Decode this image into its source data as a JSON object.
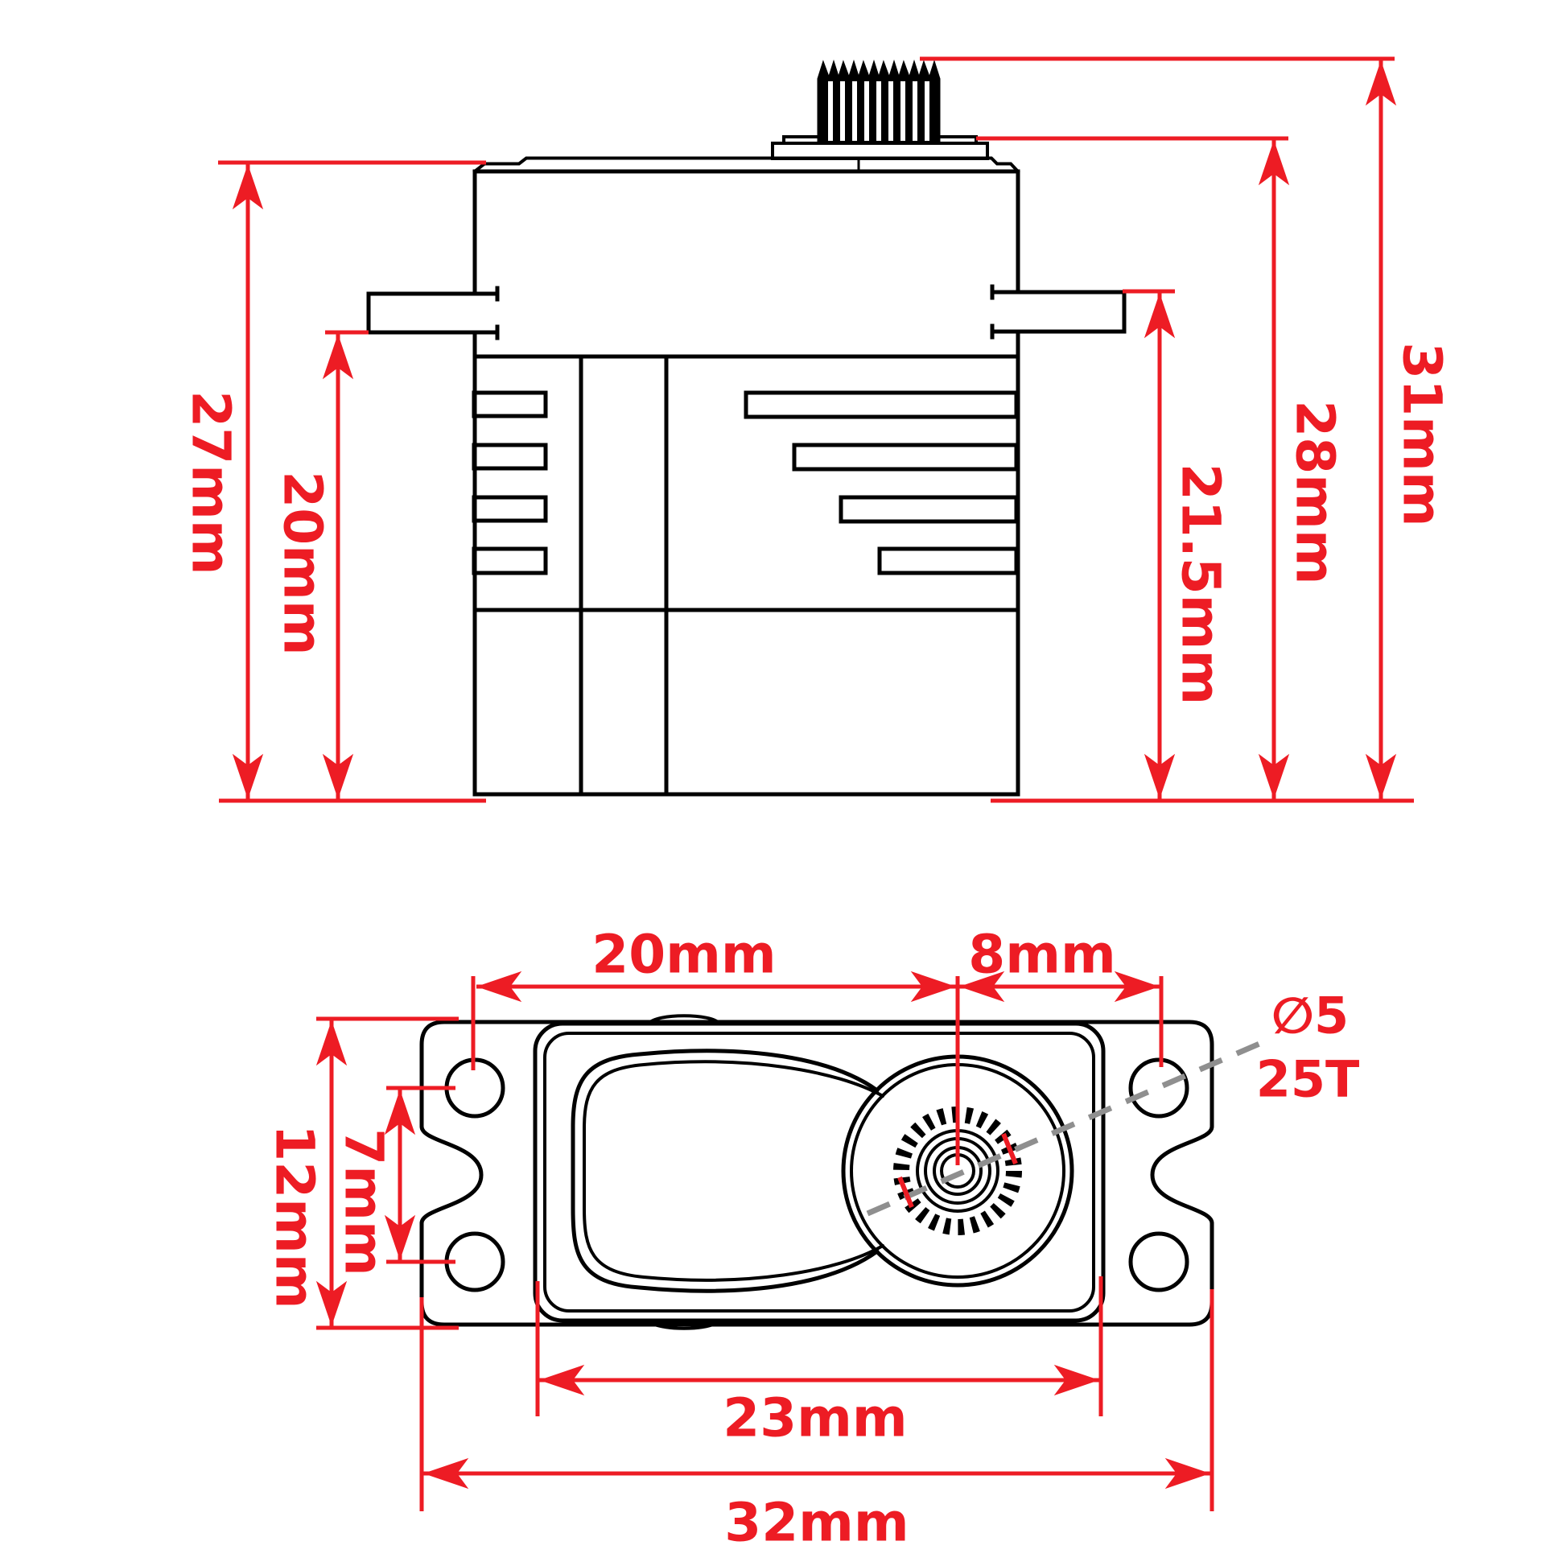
{
  "colors": {
    "dimension_red": "#ed1c24",
    "outline_black": "#000000",
    "centerline_gray": "#8f8f8f",
    "background": "#ffffff"
  },
  "side_view": {
    "total_height": "31mm",
    "case_height": "28mm",
    "body_height": "27mm",
    "flange_top_height": "21.5mm",
    "flange_bottom_height": "20mm"
  },
  "top_view": {
    "hole_to_spline": "20mm",
    "spline_to_hole": "8mm",
    "flange_width": "12mm",
    "hole_spacing": "7mm",
    "case_length": "23mm",
    "total_length": "32mm",
    "spline_diameter": "∅5",
    "spline_teeth": "25T"
  }
}
